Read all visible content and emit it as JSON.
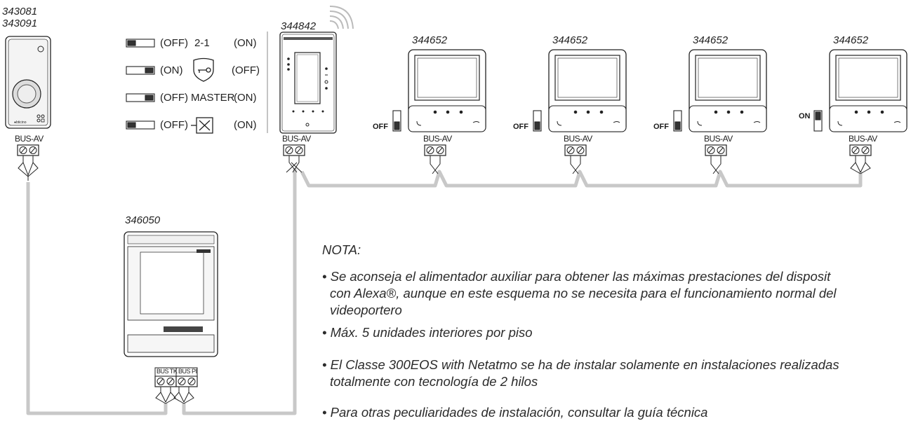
{
  "devices": {
    "door_panel": {
      "codes": [
        "343081",
        "343091"
      ],
      "bus_label": "BUS-AV"
    },
    "master_unit": {
      "code": "344842",
      "bus_label": "BUS-AV"
    },
    "monitors": [
      {
        "code": "344652",
        "switch_label": "OFF",
        "bus_label": "BUS-AV"
      },
      {
        "code": "344652",
        "switch_label": "OFF",
        "bus_label": "BUS-AV"
      },
      {
        "code": "344652",
        "switch_label": "OFF",
        "bus_label": "BUS-AV"
      },
      {
        "code": "344652",
        "switch_label": "ON",
        "bus_label": "BUS-AV"
      }
    ],
    "power_supply": {
      "code": "346050",
      "bus_tk_label": "BUS TK",
      "bus_pi_label": "BUS PI"
    }
  },
  "switch_legend": [
    {
      "left": "(OFF)",
      "middle": "2-1",
      "right": "(ON)",
      "icon": "text"
    },
    {
      "left": "(ON)",
      "middle": "",
      "right": "(OFF)",
      "icon": "key-shield-icon"
    },
    {
      "left": "(OFF)",
      "middle": "MASTER",
      "right": "(ON)",
      "icon": "text"
    },
    {
      "left": "(OFF)",
      "middle": "",
      "right": "(ON)",
      "icon": "boxed-x-icon"
    }
  ],
  "note": {
    "title": "NOTA:",
    "items": [
      [
        "• Se aconseja el alimentador auxiliar para obtener las máximas prestaciones del disposit",
        "con Alexa®, aunque en este esquema no se necesita para el funcionamiento normal del",
        "videoportero"
      ],
      [
        "• Máx. 5 unidades interiores por piso"
      ],
      [
        "• El Classe 300EOS with Netatmo se ha de instalar solamente en instalaciones realizadas",
        "totalmente con tecnología de 2 hilos"
      ],
      [
        "• Para otras peculiaridades de instalación, consultar la guía técnica"
      ]
    ]
  },
  "colors": {
    "wire": "#c8c8c8",
    "line": "#222222"
  }
}
